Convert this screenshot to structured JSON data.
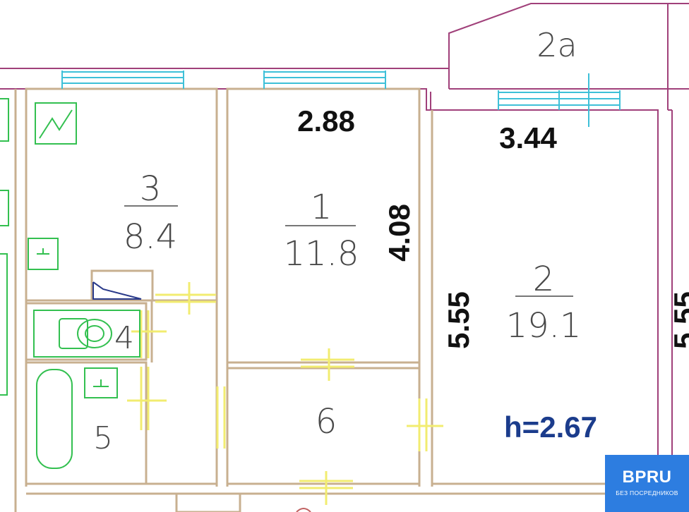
{
  "rooms": [
    {
      "number": "1",
      "area": "11.8"
    },
    {
      "number": "2",
      "area": "19.1"
    },
    {
      "number": "3",
      "area": "8.4"
    },
    {
      "number": "4"
    },
    {
      "number": "5"
    },
    {
      "number": "6"
    }
  ],
  "balcony": {
    "label": "2a"
  },
  "dimensions": {
    "room1_width": "2.88",
    "room1_depth": "4.08",
    "room2_width": "3.44",
    "room2_depth": "5.55",
    "edge_depth": "5.55"
  },
  "ceiling_height": "h=2.67",
  "logo": {
    "text": "BPRU",
    "subtitle": "БЕЗ ПОСРЕДНИКОВ"
  },
  "colors": {
    "wall": "#c8b090",
    "exterior": "#a0407a",
    "window": "#3ec0d8",
    "door": "#f2ec70",
    "fixture": "#33c050",
    "logo_bg": "#2d7de0"
  }
}
